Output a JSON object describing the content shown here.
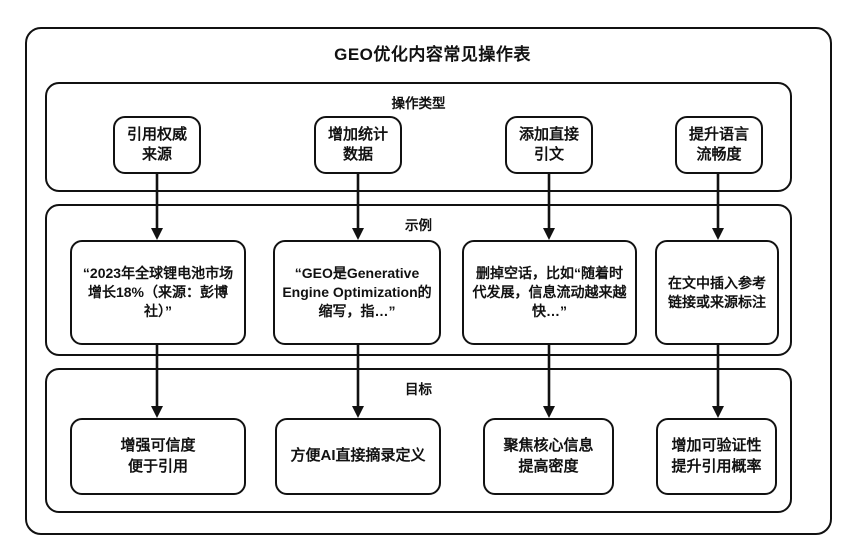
{
  "diagram": {
    "title": "GEO优化内容常见操作表",
    "sections": [
      {
        "id": "operation",
        "label": "操作类型"
      },
      {
        "id": "example",
        "label": "示例"
      },
      {
        "id": "goal",
        "label": "目标"
      }
    ],
    "columns": [
      {
        "operation": "引用权威\n来源",
        "example": "“2023年全球锂电池市场增长18%（来源：彭博社）”",
        "goal": "增强可信度\n便于引用"
      },
      {
        "operation": "增加统计\n数据",
        "example": "“GEO是Generative Engine Optimization的缩写，指…”",
        "goal": "方便AI直接摘录定义"
      },
      {
        "operation": "添加直接\n引文",
        "example": "删掉空话，比如“随着时代发展，信息流动越来越快…”",
        "goal": "聚焦核心信息\n提高密度"
      },
      {
        "operation": "提升语言\n流畅度",
        "example": "在文中插入参考链接或来源标注",
        "goal": "增加可验证性\n提升引用概率"
      }
    ],
    "colors": {
      "stroke": "#111111",
      "background": "#ffffff",
      "text": "#111111"
    }
  }
}
